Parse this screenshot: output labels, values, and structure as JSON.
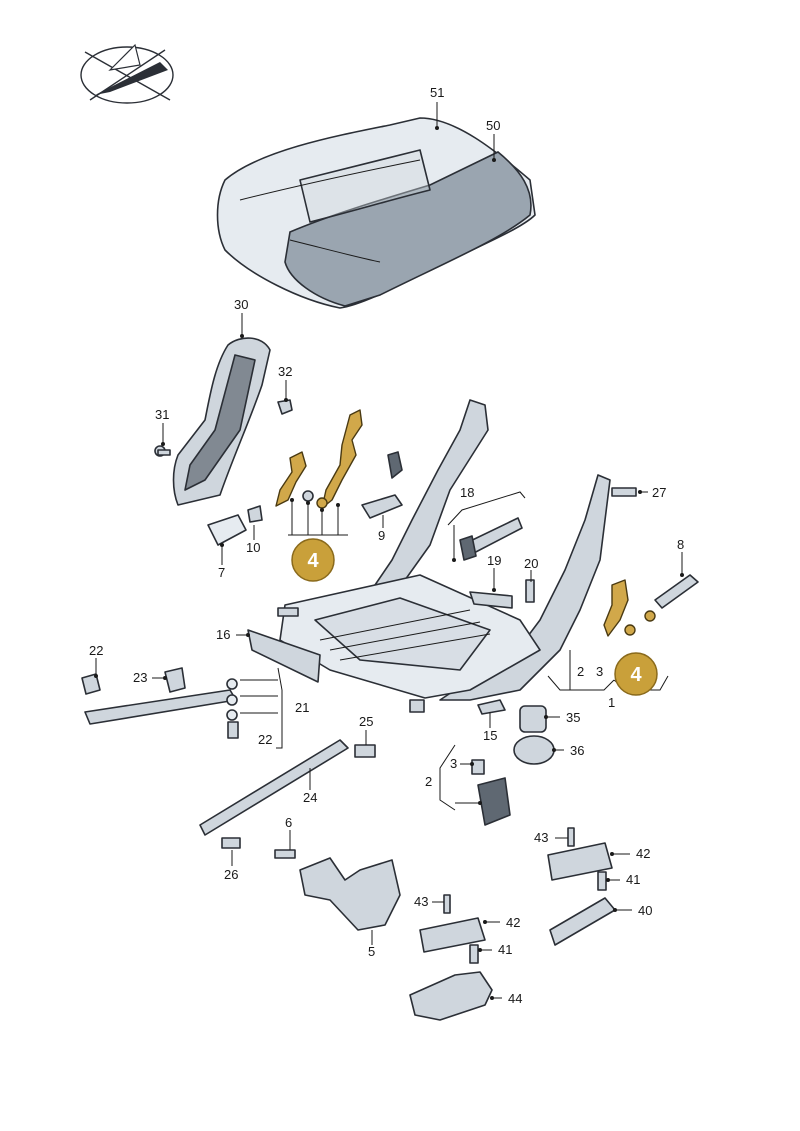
{
  "labels": {
    "l51": "51",
    "l50": "50",
    "l30": "30",
    "l32": "32",
    "l31": "31",
    "l18": "18",
    "l27": "27",
    "l8": "8",
    "l10": "10",
    "l7": "7",
    "l9": "9",
    "l19": "19",
    "l20": "20",
    "l16": "16",
    "l22a": "22",
    "l23": "23",
    "l21": "21",
    "l22b": "22",
    "l25": "25",
    "l2a": "2",
    "l3a": "3",
    "l1": "1",
    "l15": "15",
    "l35": "35",
    "l36": "36",
    "l3b": "3",
    "l2b": "2",
    "l24": "24",
    "l6": "6",
    "l26": "26",
    "l43a": "43",
    "l42a": "42",
    "l41a": "41",
    "l40": "40",
    "l43b": "43",
    "l42b": "42",
    "l41b": "41",
    "l5": "5",
    "l44": "44"
  },
  "badges": {
    "left": "4",
    "right": "4"
  },
  "colors": {
    "badge": "#c9a03a",
    "highlight_parts": "#d1a84a",
    "parts": "#cfd6dd"
  }
}
